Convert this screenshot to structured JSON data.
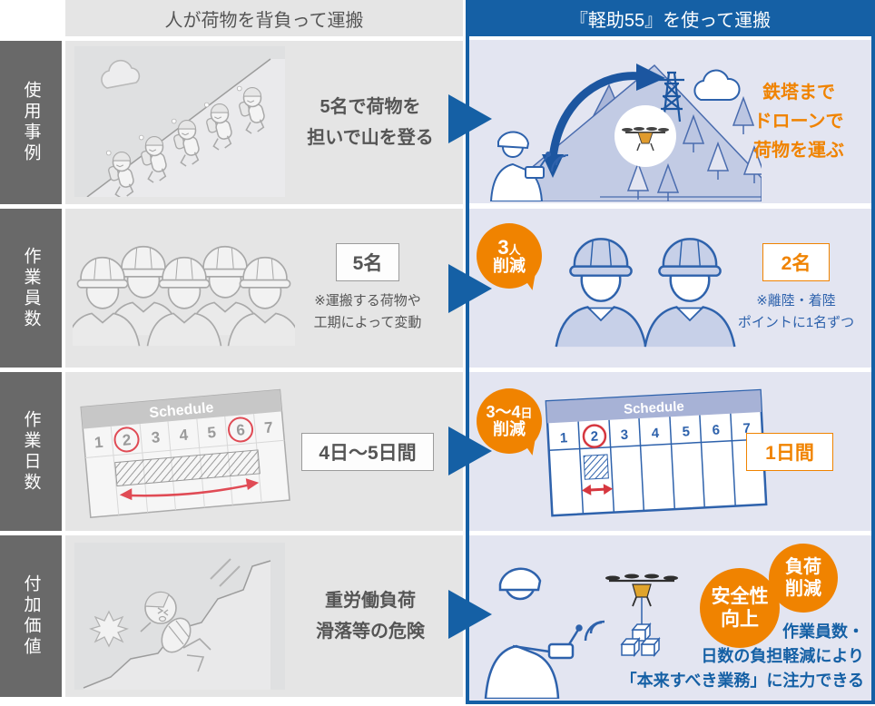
{
  "colors": {
    "primary_blue": "#1560a5",
    "illustration_blue": "#2e62ac",
    "accent_orange": "#f08300",
    "accent_red": "#e04b55",
    "panel_gray": "#e5e5e5",
    "panel_lavender": "#e3e5f1",
    "label_gray": "#696969",
    "text_gray": "#555555"
  },
  "headers": {
    "manual": "人が荷物を背負って運搬",
    "drone": "『軽助55』を使って運搬"
  },
  "calendar": {
    "title": "Schedule",
    "days": [
      "1",
      "2",
      "3",
      "4",
      "5",
      "6",
      "7"
    ]
  },
  "rows": {
    "usecase": {
      "label": "使用事例",
      "manual_lines": [
        "5名で荷物を",
        "担いで山を登る"
      ],
      "drone_lines": [
        "鉄塔まで",
        "ドローンで",
        "荷物を運ぶ"
      ]
    },
    "workers": {
      "label": "作業員数",
      "manual_value": "5名",
      "manual_note": [
        "※運搬する荷物や",
        "工期によって変動"
      ],
      "badge": {
        "num": "3",
        "unit": "人",
        "word": "削減"
      },
      "drone_value": "2名",
      "drone_note": [
        "※離陸・着陸",
        "ポイントに1名ずつ"
      ]
    },
    "days": {
      "label": "作業日数",
      "manual_value": "4日〜5日間",
      "badge": {
        "num": "3〜4",
        "unit": "日",
        "word": "削減"
      },
      "drone_value": "1日間"
    },
    "value": {
      "label": "付加価値",
      "manual_lines": [
        "重労働負荷",
        "滑落等の危険"
      ],
      "circles": [
        [
          "安全性",
          "向上"
        ],
        [
          "負荷",
          "削減"
        ]
      ],
      "drone_lines": [
        "作業員数・",
        "日数の負担軽減により",
        "「本来すべき業務」に注力できる"
      ]
    }
  }
}
